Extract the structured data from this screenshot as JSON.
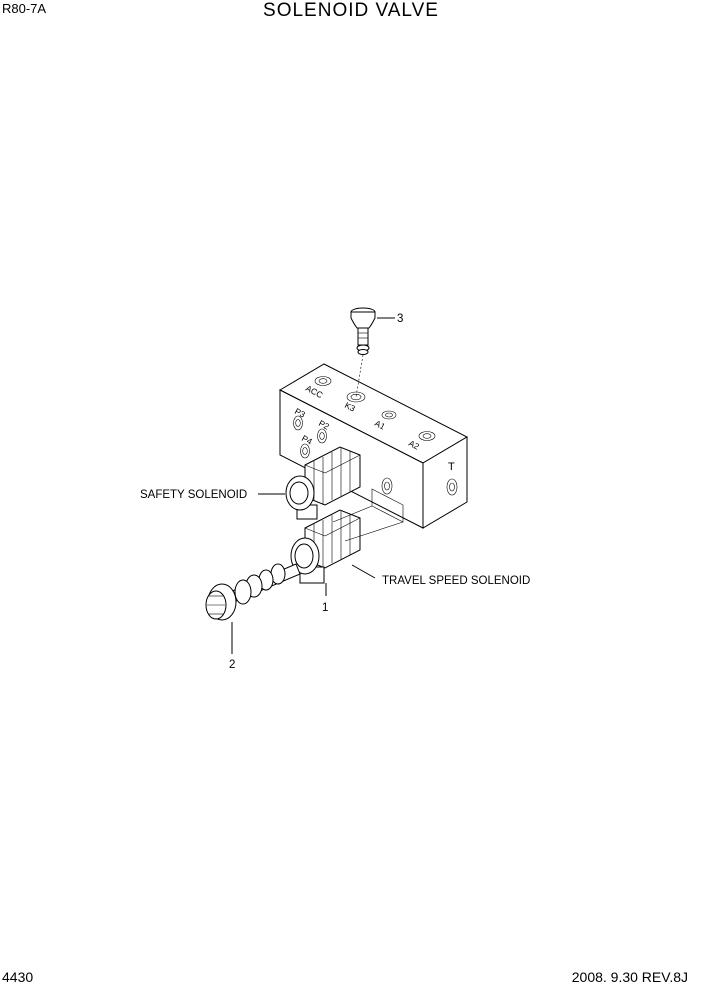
{
  "header": {
    "model": "R80-7A",
    "title": "SOLENOID VALVE"
  },
  "footer": {
    "page_number": "4430",
    "revision": "2008. 9.30 REV.8J"
  },
  "callouts": {
    "safety_solenoid": "SAFETY SOLENOID",
    "travel_speed_solenoid": "TRAVEL SPEED SOLENOID",
    "item_1": "1",
    "item_2": "2",
    "item_3": "3"
  },
  "port_labels": {
    "acc": "ACC",
    "k3": "K3",
    "a1": "A1",
    "a2": "A2",
    "p3": "P3",
    "p2": "P2",
    "p4": "P4",
    "t": "T"
  }
}
